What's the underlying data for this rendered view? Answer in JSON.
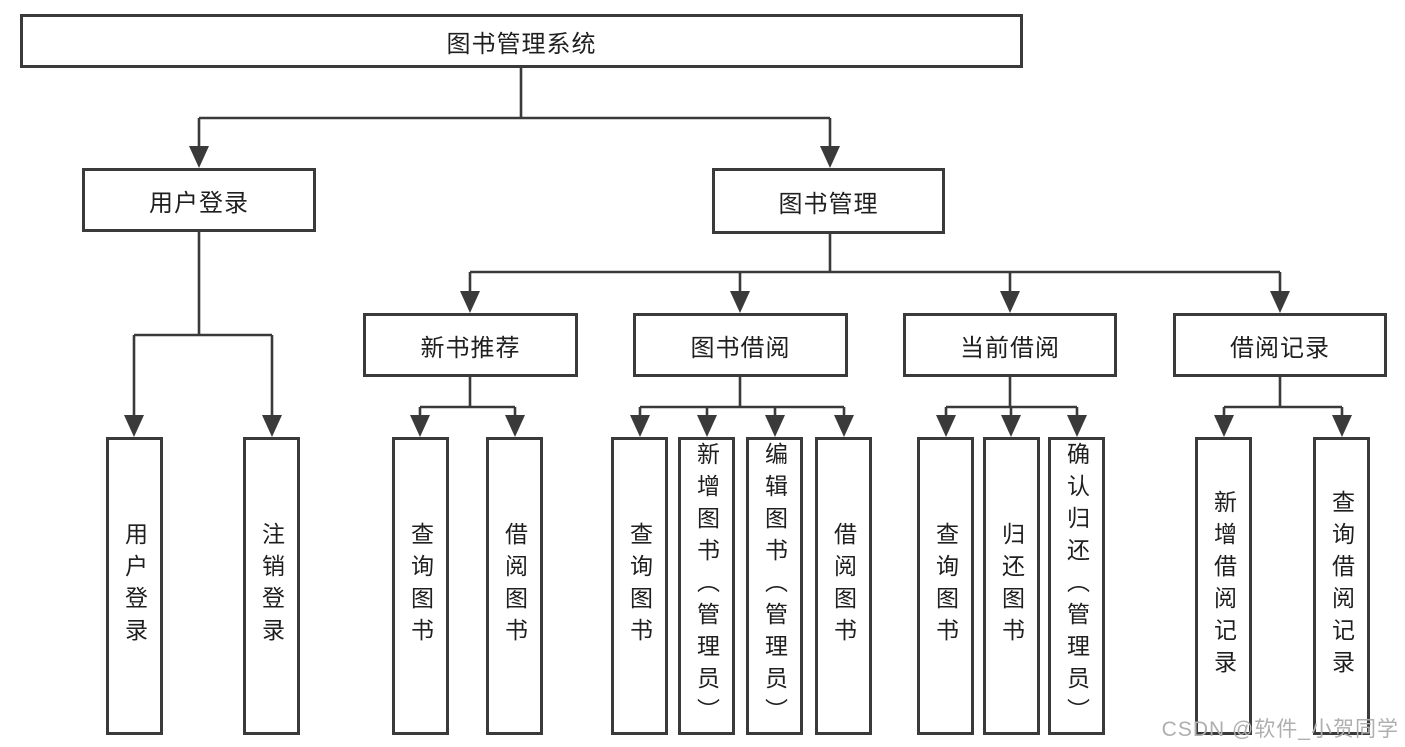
{
  "diagram": {
    "root": {
      "label": "图书管理系统",
      "children": [
        {
          "label": "用户登录",
          "children": [
            {
              "label": "用户登录"
            },
            {
              "label": "注销登录"
            }
          ]
        },
        {
          "label": "图书管理",
          "children": [
            {
              "label": "新书推荐",
              "children": [
                {
                  "label": "查询图书"
                },
                {
                  "label": "借阅图书"
                }
              ]
            },
            {
              "label": "图书借阅",
              "children": [
                {
                  "label": "查询图书"
                },
                {
                  "label": "新增图书（管理员）"
                },
                {
                  "label": "编辑图书（管理员）"
                },
                {
                  "label": "借阅图书"
                }
              ]
            },
            {
              "label": "当前借阅",
              "children": [
                {
                  "label": "查询图书"
                },
                {
                  "label": "归还图书"
                },
                {
                  "label": "确认归还（管理员）"
                }
              ]
            },
            {
              "label": "借阅记录",
              "children": [
                {
                  "label": "新增借阅记录"
                },
                {
                  "label": "查询借阅记录"
                }
              ]
            }
          ]
        }
      ]
    }
  },
  "watermark": {
    "text": "CSDN @软件_小贺同学"
  },
  "colors": {
    "line": "#3a3a3a",
    "box_border": "#3a3a3a",
    "text": "#1f1f1f",
    "box_fill": "#ffffff",
    "background": "#ffffff",
    "watermark": "#b0aeae"
  }
}
